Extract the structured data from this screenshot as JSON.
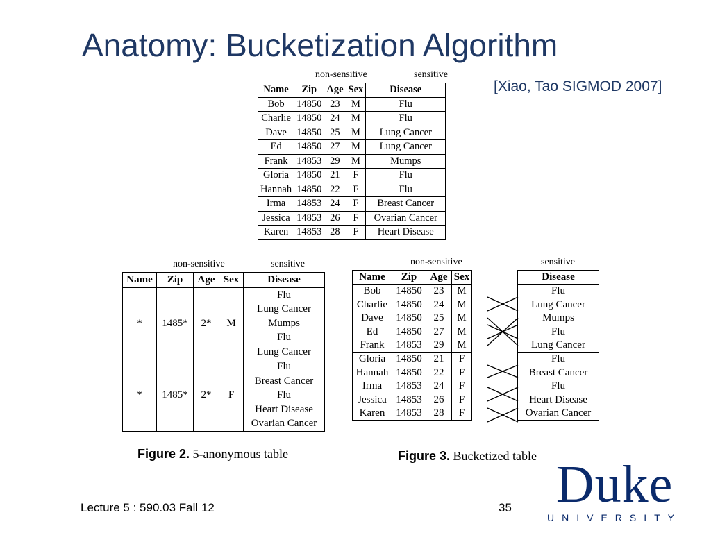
{
  "slide": {
    "title": "Anatomy: Bucketization Algorithm",
    "citation": "[Xiao, Tao SIGMOD 2007]",
    "footer": "Lecture 5 : 590.03 Fall 12",
    "page_number": "35",
    "logo": {
      "word": "Duke",
      "sub": "UNIVERSITY",
      "color": "#0a2a6b"
    },
    "title_color": "#1f3864"
  },
  "top_table": {
    "group_headers": {
      "non_sensitive": "non-sensitive",
      "sensitive": "sensitive"
    },
    "columns": [
      "Name",
      "Zip",
      "Age",
      "Sex",
      "Disease"
    ],
    "rows": [
      [
        "Bob",
        "14850",
        "23",
        "M",
        "Flu"
      ],
      [
        "Charlie",
        "14850",
        "24",
        "M",
        "Flu"
      ],
      [
        "Dave",
        "14850",
        "25",
        "M",
        "Lung Cancer"
      ],
      [
        "Ed",
        "14850",
        "27",
        "M",
        "Lung Cancer"
      ],
      [
        "Frank",
        "14853",
        "29",
        "M",
        "Mumps"
      ],
      [
        "Gloria",
        "14850",
        "21",
        "F",
        "Flu"
      ],
      [
        "Hannah",
        "14850",
        "22",
        "F",
        "Flu"
      ],
      [
        "Irma",
        "14853",
        "24",
        "F",
        "Breast Cancer"
      ],
      [
        "Jessica",
        "14853",
        "26",
        "F",
        "Ovarian Cancer"
      ],
      [
        "Karen",
        "14853",
        "28",
        "F",
        "Heart Disease"
      ]
    ]
  },
  "figure2": {
    "group_headers": {
      "non_sensitive": "non-sensitive",
      "sensitive": "sensitive"
    },
    "columns": [
      "Name",
      "Zip",
      "Age",
      "Sex",
      "Disease"
    ],
    "groups": [
      {
        "name": "*",
        "zip": "1485*",
        "age": "2*",
        "sex": "M",
        "diseases": [
          "Flu",
          "Lung Cancer",
          "Mumps",
          "Flu",
          "Lung Cancer"
        ]
      },
      {
        "name": "*",
        "zip": "1485*",
        "age": "2*",
        "sex": "F",
        "diseases": [
          "Flu",
          "Breast Cancer",
          "Flu",
          "Heart Disease",
          "Ovarian Cancer"
        ]
      }
    ],
    "caption_label": "Figure 2.",
    "caption_text": "5-anonymous table"
  },
  "figure3": {
    "qi_header": "non-sensitive",
    "sensitive_header": "sensitive",
    "qi_columns": [
      "Name",
      "Zip",
      "Age",
      "Sex"
    ],
    "qi_rows": [
      [
        "Bob",
        "14850",
        "23",
        "M"
      ],
      [
        "Charlie",
        "14850",
        "24",
        "M"
      ],
      [
        "Dave",
        "14850",
        "25",
        "M"
      ],
      [
        "Ed",
        "14850",
        "27",
        "M"
      ],
      [
        "Frank",
        "14853",
        "29",
        "M"
      ],
      [
        "Gloria",
        "14850",
        "21",
        "F"
      ],
      [
        "Hannah",
        "14850",
        "22",
        "F"
      ],
      [
        "Irma",
        "14853",
        "24",
        "F"
      ],
      [
        "Jessica",
        "14853",
        "26",
        "F"
      ],
      [
        "Karen",
        "14853",
        "28",
        "F"
      ]
    ],
    "sensitive_column": "Disease",
    "sensitive_rows": [
      "Flu",
      "Lung Cancer",
      "Mumps",
      "Flu",
      "Lung Cancer",
      "Flu",
      "Breast Cancer",
      "Flu",
      "Heart Disease",
      "Ovarian Cancer"
    ],
    "caption_label": "Figure 3.",
    "caption_text": "Bucketized table"
  }
}
